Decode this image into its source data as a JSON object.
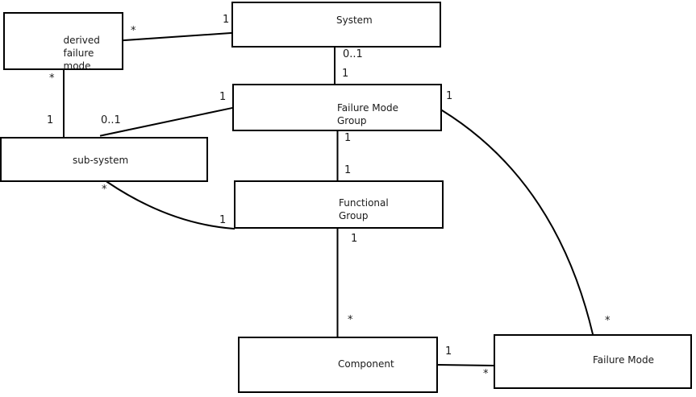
{
  "diagram": {
    "type": "uml-entity-relationship",
    "background_color": "#ffffff",
    "line_color": "#000000",
    "text_color": "#1a1a1a",
    "boxes": [
      {
        "id": "derived-failure-mode",
        "label": "derived\nfailure\nmode"
      },
      {
        "id": "system",
        "label": "System"
      },
      {
        "id": "failure-mode-group",
        "label": "Failure Mode\nGroup"
      },
      {
        "id": "sub-system",
        "label": "sub-system"
      },
      {
        "id": "functional-group",
        "label": "Functional\nGroup"
      },
      {
        "id": "component",
        "label": "Component"
      },
      {
        "id": "failure-mode",
        "label": "Failure Mode"
      }
    ],
    "multiplicity_labels": [
      {
        "text": "*"
      },
      {
        "text": "1"
      },
      {
        "text": "*"
      },
      {
        "text": "1"
      },
      {
        "text": "0..1"
      },
      {
        "text": "1"
      },
      {
        "text": "0..1"
      },
      {
        "text": "1"
      },
      {
        "text": "1"
      },
      {
        "text": "1"
      },
      {
        "text": "1"
      },
      {
        "text": "*"
      },
      {
        "text": "1"
      },
      {
        "text": "*"
      },
      {
        "text": "1"
      },
      {
        "text": "*"
      },
      {
        "text": "*"
      },
      {
        "text": "1"
      }
    ],
    "edges": [
      {
        "from": "derived failure mode",
        "to": "System",
        "from_mult": "*",
        "to_mult": "1"
      },
      {
        "from": "derived failure mode",
        "to": "sub-system",
        "from_mult": "*",
        "to_mult": "1"
      },
      {
        "from": "sub-system",
        "to": "Failure Mode Group",
        "from_mult": "0..1",
        "to_mult": "1"
      },
      {
        "from": "System",
        "to": "Failure Mode Group",
        "from_mult": "0..1",
        "to_mult": "1"
      },
      {
        "from": "Failure Mode Group",
        "to": "Functional Group",
        "from_mult": "1",
        "to_mult": "1"
      },
      {
        "from": "sub-system",
        "to": "Functional Group",
        "from_mult": "*",
        "to_mult": "1"
      },
      {
        "from": "Functional Group",
        "to": "Component",
        "from_mult": "1",
        "to_mult": "*"
      },
      {
        "from": "Component",
        "to": "Failure Mode",
        "from_mult": "1",
        "to_mult": "*"
      },
      {
        "from": "Failure Mode Group",
        "to": "Failure Mode",
        "from_mult": "1",
        "to_mult": "*"
      }
    ]
  }
}
